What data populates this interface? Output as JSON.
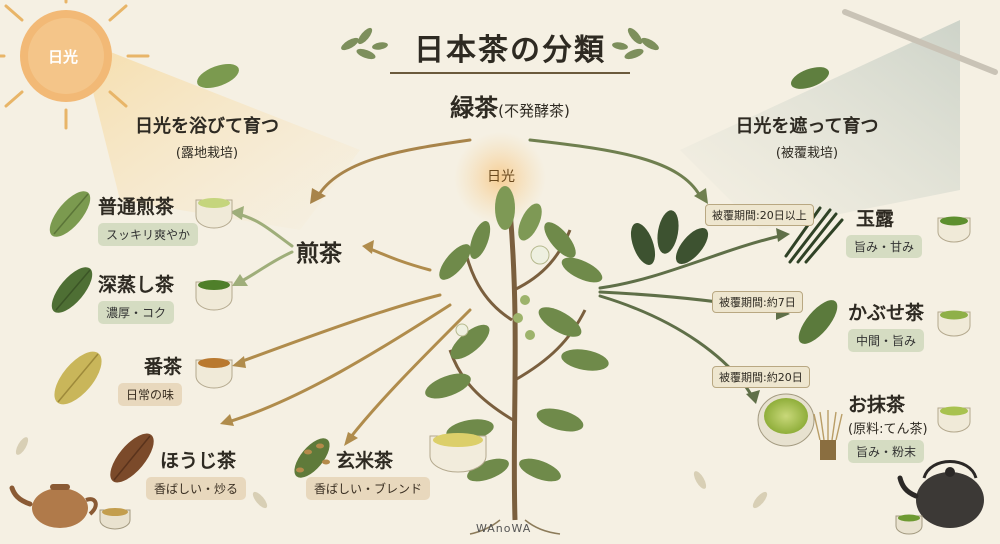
{
  "title": "日本茶の分類",
  "green_tea": {
    "label": "緑茶",
    "note": "(不発酵茶)"
  },
  "sun_label": "日光",
  "center_sun_label": "日光",
  "left_region": {
    "label": "日光を浴びて育つ",
    "sub": "(露地栽培)"
  },
  "right_region": {
    "label": "日光を遮って育つ",
    "sub": "(被覆栽培)"
  },
  "sencha": "煎茶",
  "teas_left": [
    {
      "name": "普通煎茶",
      "tag": "スッキリ爽やか"
    },
    {
      "name": "深蒸し茶",
      "tag": "濃厚・コク"
    },
    {
      "name": "番茶",
      "tag": "日常の味"
    },
    {
      "name": "ほうじ茶",
      "tag": "香ばしい・炒る"
    },
    {
      "name": "玄米茶",
      "tag": "香ばしい・ブレンド"
    }
  ],
  "teas_right": [
    {
      "name": "玉露",
      "tag": "旨み・甘み",
      "period": "被覆期間:20日以上"
    },
    {
      "name": "かぶせ茶",
      "tag": "中間・旨み",
      "period": "被覆期間:約7日"
    },
    {
      "name": "お抹茶",
      "sub": "(原料:てん茶)",
      "tag": "旨み・粉末",
      "period": "被覆期間:約20日"
    }
  ],
  "brand": "WAnoWA",
  "colors": {
    "background": "#f5f0e3",
    "leaf_green": "#6f8a4a",
    "dark_leaf": "#3d5230",
    "arrow_brown": "#a8844a",
    "arrow_green": "#6f7f4f"
  }
}
